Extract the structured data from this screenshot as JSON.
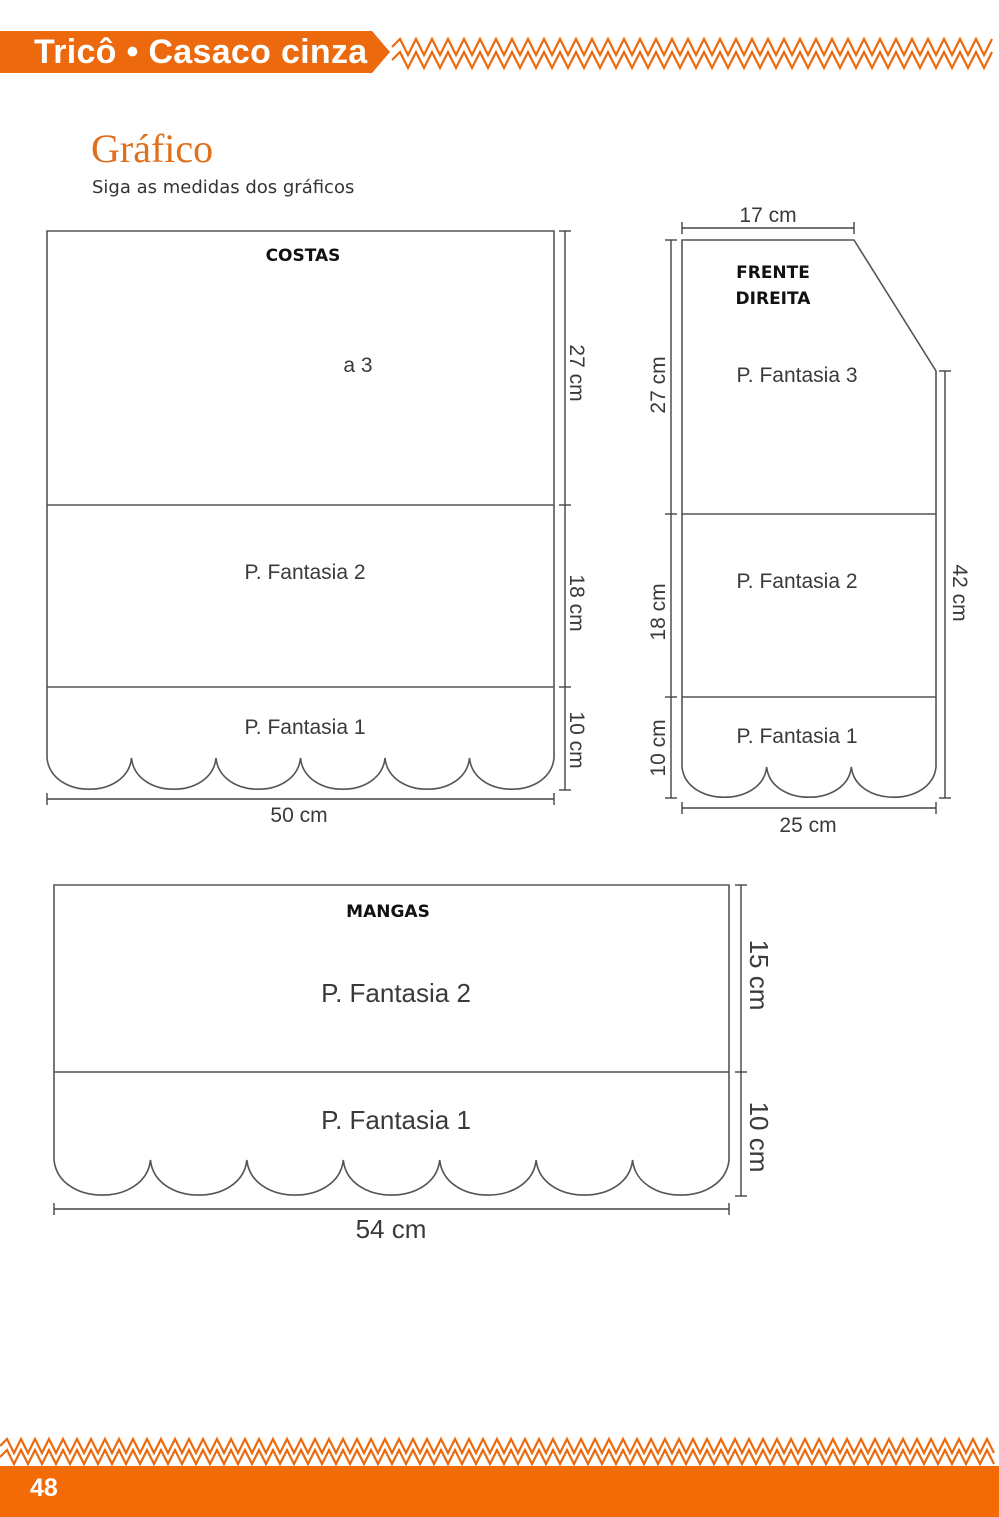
{
  "header": {
    "title": "Tricô • Casaco cinza",
    "accent": "#ec6a0d"
  },
  "section": {
    "title": "Gráfico",
    "subtitle": "Siga as medidas dos gráficos",
    "title_color": "#e0701e"
  },
  "footer": {
    "page_number": "48",
    "color": "#f26b06"
  },
  "pieces": {
    "costas": {
      "name": "COSTAS",
      "zones": [
        "a 3",
        "P. Fantasia 2",
        "P. Fantasia 1"
      ],
      "heights": [
        "27 cm",
        "18 cm",
        "10 cm"
      ],
      "width": "50 cm"
    },
    "frente": {
      "name_line1": "FRENTE",
      "name_line2": "DIREITA",
      "zones": [
        "P. Fantasia 3",
        "P. Fantasia 2",
        "P. Fantasia 1"
      ],
      "heights": [
        "27 cm",
        "18 cm",
        "10 cm"
      ],
      "top_width": "17 cm",
      "total_height": "42 cm",
      "width": "25 cm"
    },
    "mangas": {
      "name": "MANGAS",
      "zones": [
        "P. Fantasia 2",
        "P. Fantasia 1"
      ],
      "heights": [
        "15 cm",
        "10 cm"
      ],
      "width": "54 cm"
    }
  }
}
